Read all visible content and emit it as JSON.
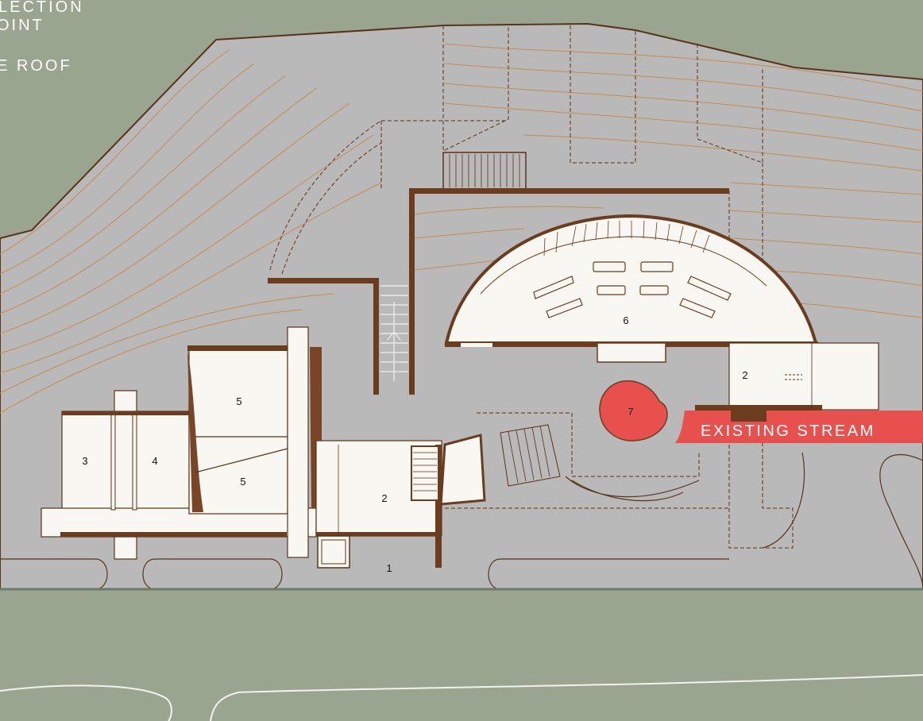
{
  "legend": {
    "line1": "LECTION",
    "line2": "OINT",
    "line3": "E ROOF"
  },
  "rooms": {
    "r1": "1",
    "r2a": "2",
    "r2b": "2",
    "r3": "3",
    "r4": "4",
    "r5a": "5",
    "r5b": "5",
    "r6": "6",
    "r7": "7"
  },
  "stream_label": "EXISTING STREAM",
  "colors": {
    "grass": "#9aa590",
    "ground": "#b9b9b9",
    "wall": "#6b3c1e",
    "interior": "#f8f7f1",
    "contour": "#c98a4e",
    "stream": "#e8504e"
  }
}
